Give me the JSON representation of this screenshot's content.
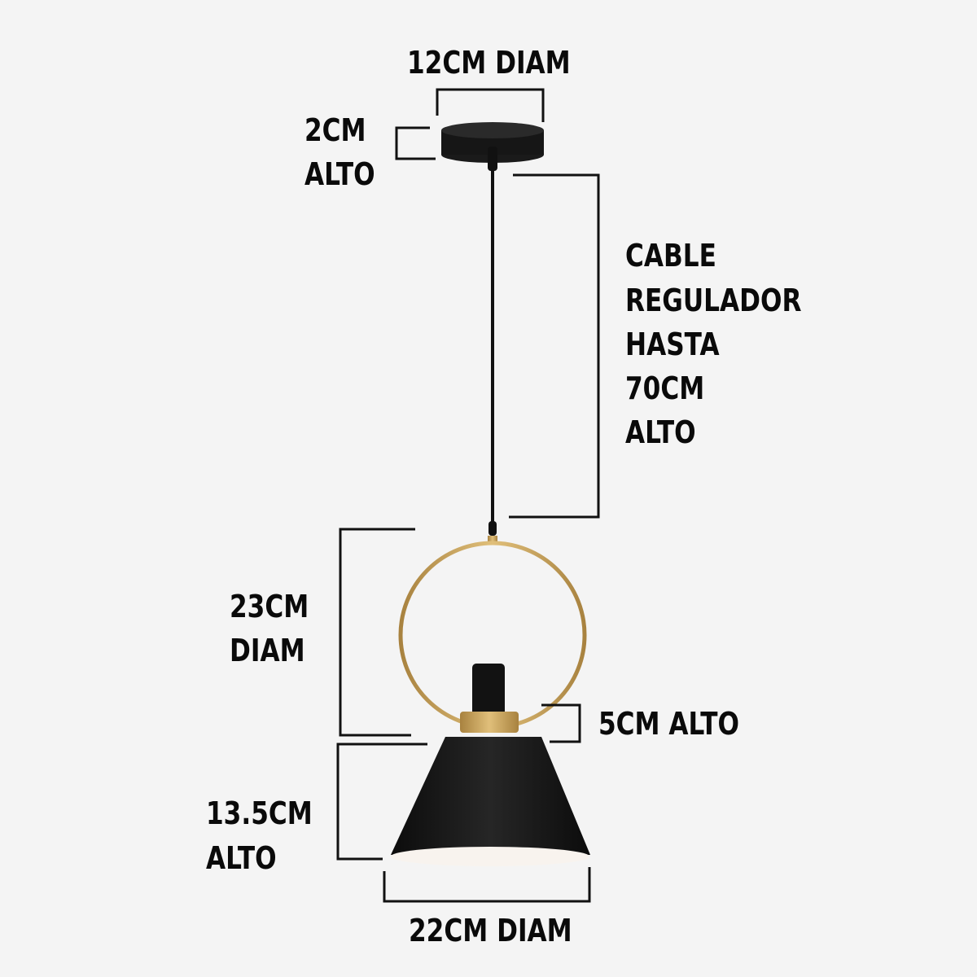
{
  "labels": {
    "canopy_diameter": "12CM DIAM",
    "canopy_height_line1": "2CM",
    "canopy_height_line2": "ALTO",
    "cable_line1": "CABLE",
    "cable_line2": "REGULADOR",
    "cable_line3": "HASTA",
    "cable_line4": "70CM",
    "cable_line5": "ALTO",
    "ring_line1": "23CM",
    "ring_line2": "DIAM",
    "collar_height": "5CM ALTO",
    "shade_height_line1": "13.5CM",
    "shade_height_line2": "ALTO",
    "shade_diameter": "22CM DIAM"
  },
  "colors": {
    "background": "#f4f4f4",
    "metal_black": "#111111",
    "brass": "#c9a25a",
    "dimension_line": "#111111"
  }
}
